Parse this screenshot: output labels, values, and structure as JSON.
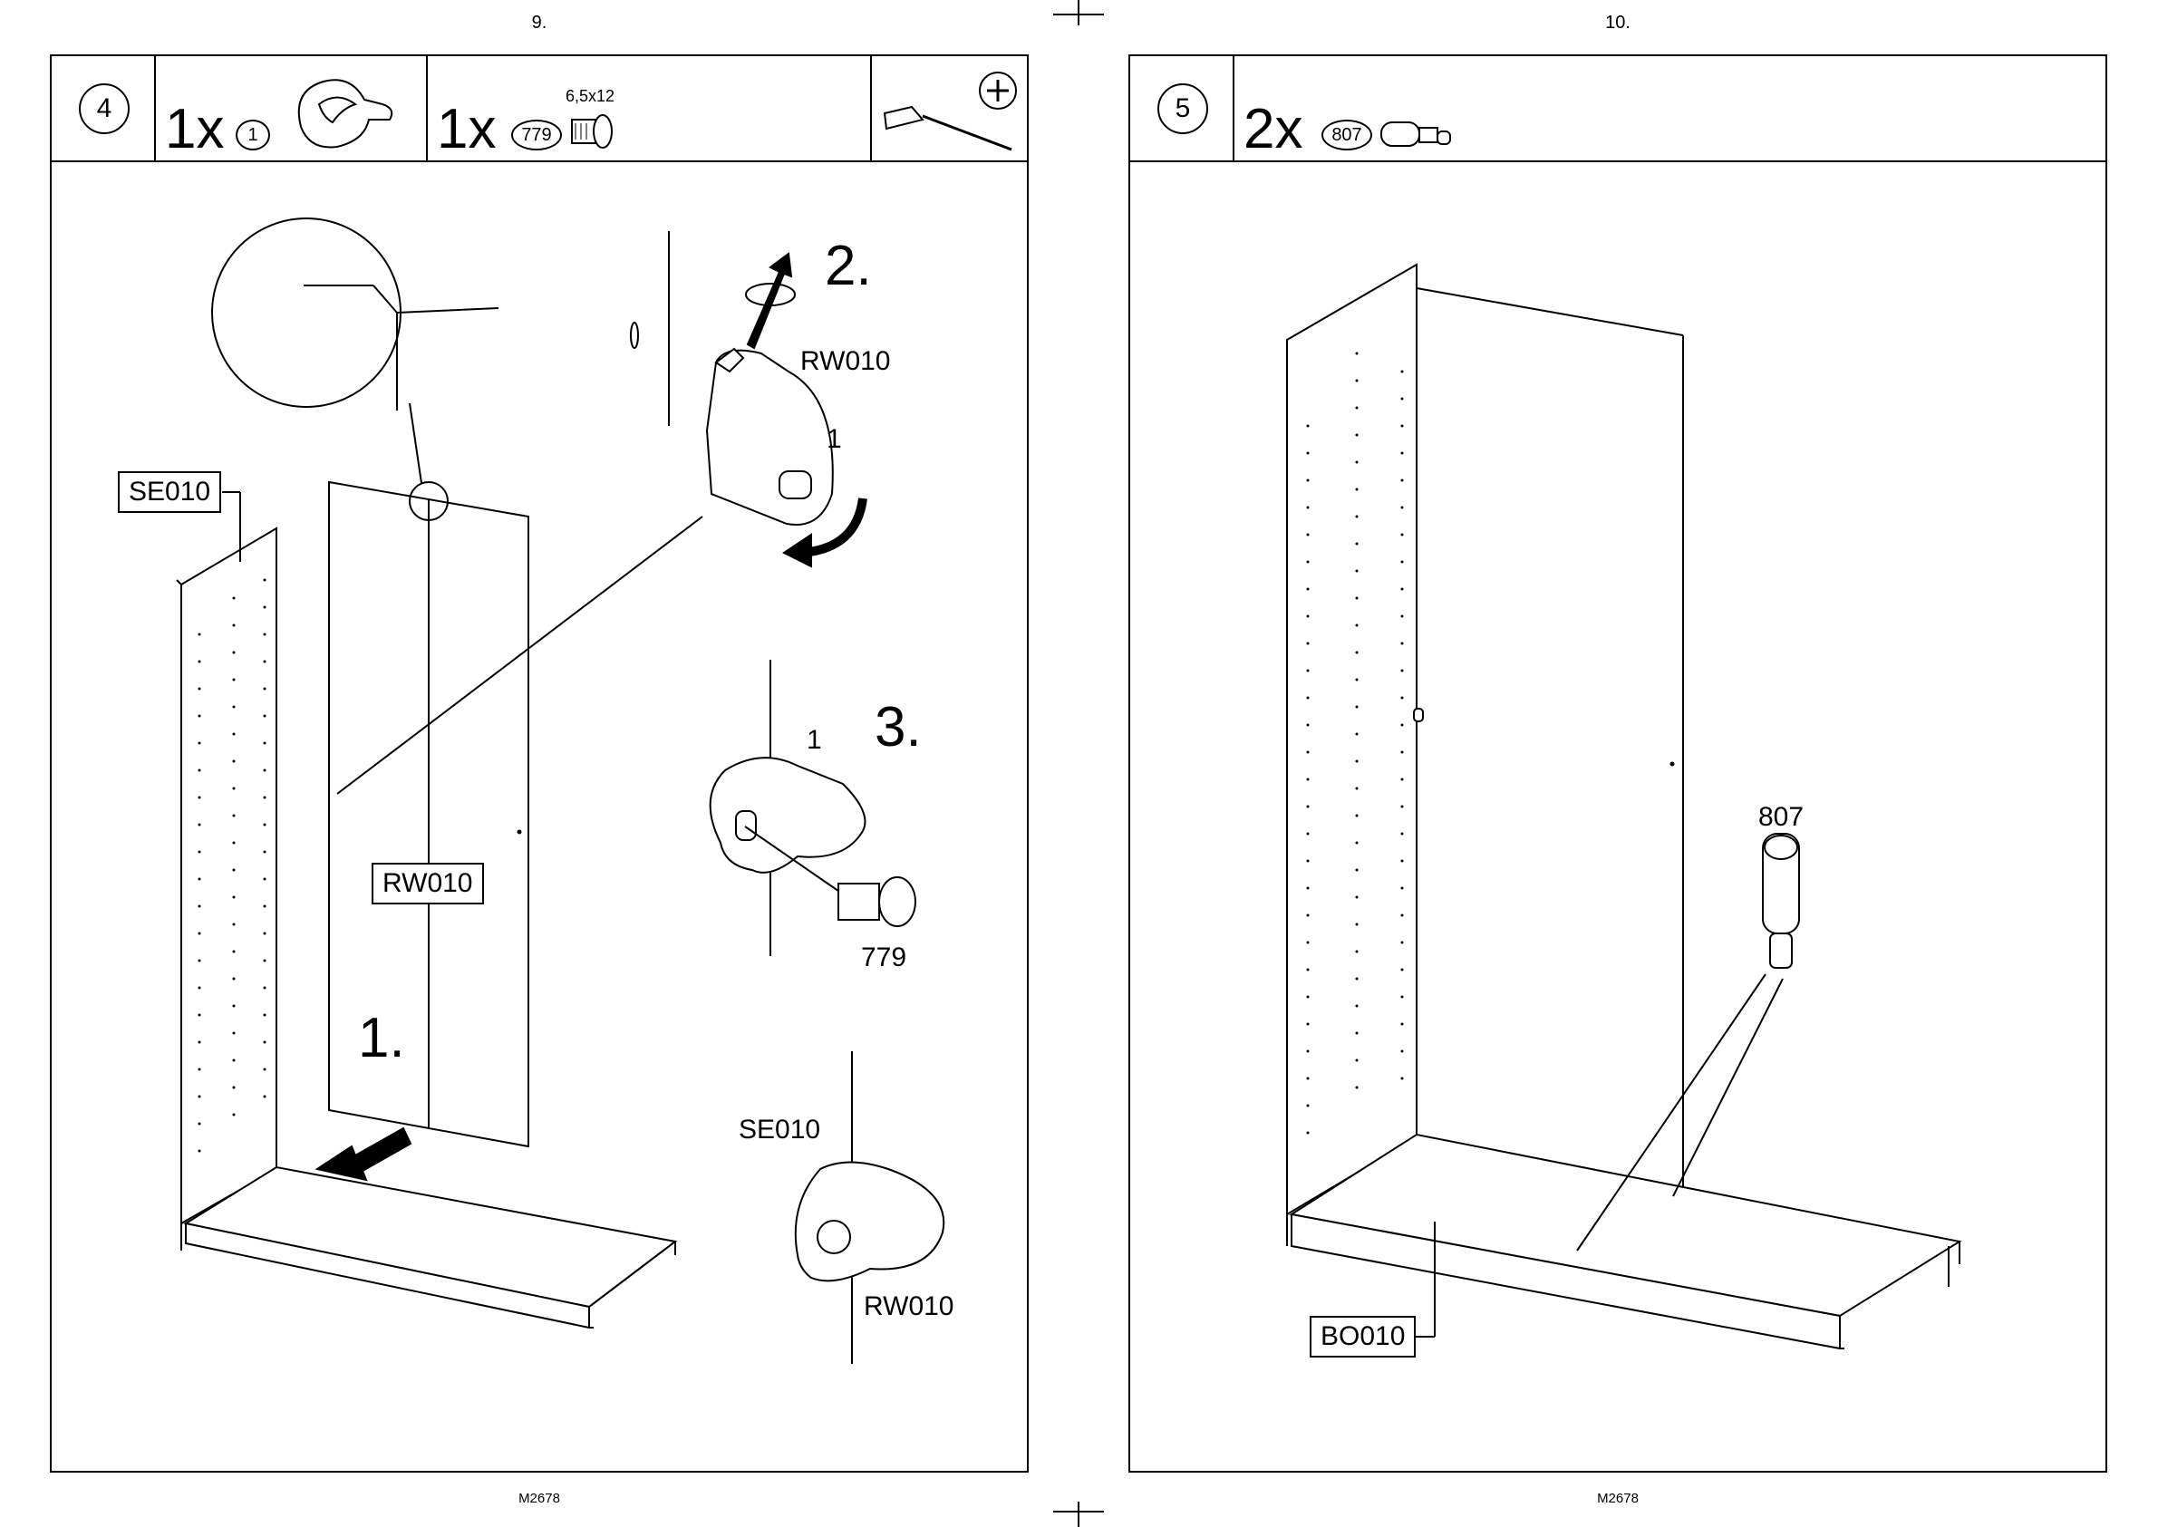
{
  "page_left": {
    "page_number": "9.",
    "doc_code": "M2678",
    "step": "4",
    "items": [
      {
        "qty": "1x",
        "part_no": "1"
      },
      {
        "qty": "1x",
        "part_no": "779",
        "spec": "6,5x12"
      }
    ],
    "tool_icon": "phillips-screwdriver-icon",
    "labels": {
      "panel_side": "SE010",
      "panel_back": "RW010",
      "sub1": "1.",
      "sub2": "2.",
      "sub3": "3.",
      "detail_rw010": "RW010",
      "detail_part": "1",
      "detail3_part": "1",
      "detail3_screw": "779",
      "detail4_se010": "SE010",
      "detail4_rw010": "RW010"
    }
  },
  "page_right": {
    "page_number": "10.",
    "doc_code": "M2678",
    "step": "5",
    "items": [
      {
        "qty": "2x",
        "part_no": "807"
      }
    ],
    "labels": {
      "part_807": "807",
      "bottom_panel": "BO010"
    }
  }
}
